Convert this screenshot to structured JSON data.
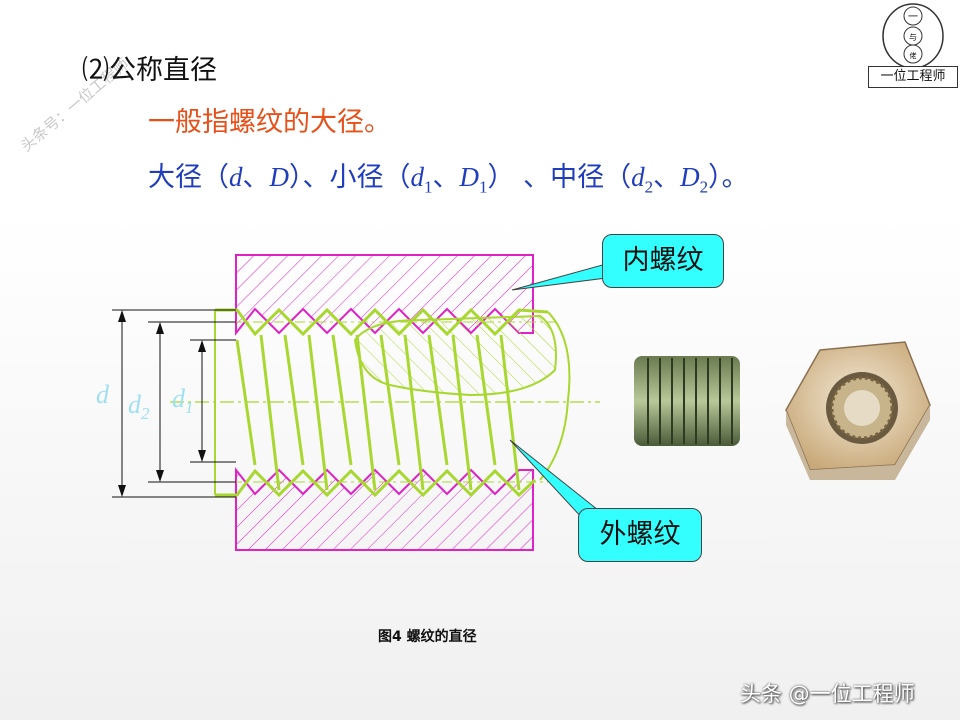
{
  "heading": "⑵公称直径",
  "line1": "一般指螺纹的大径。",
  "line2": {
    "a": "大径（",
    "d": "d",
    "sep1": "、",
    "D": "D",
    "b": "）、小径（",
    "d1": "d",
    "d1_sub": "1",
    "sep2": "、",
    "D1": "D",
    "D1_sub": "1",
    "c": "）  、中径（",
    "d2": "d",
    "d2_sub": "2",
    "sep3": "、",
    "D2": "D",
    "D2_sub": "2",
    "e": "）。"
  },
  "callouts": {
    "inner": "内螺纹",
    "outer": "外螺纹"
  },
  "dims": {
    "d": "d",
    "d2": "d",
    "d2_sub": "2",
    "d1": "d",
    "d1_sub": "1"
  },
  "caption": "图4 螺纹的直径",
  "logo": {
    "label": "一位工程师",
    "c1": "一",
    "c2": "与",
    "c3": "佬"
  },
  "watermark": "头条号：一位工程师",
  "footer": "头条 @一位工程师",
  "colors": {
    "magenta": "#e020c8",
    "green": "#a8d830",
    "cyan": "#33ffff",
    "blue": "#1f3dbd",
    "orange": "#e8501a"
  }
}
